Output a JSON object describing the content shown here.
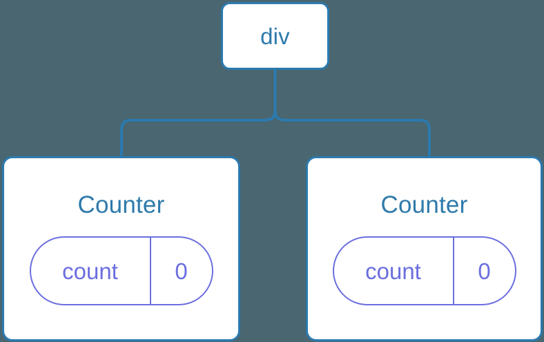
{
  "diagram": {
    "background_color": "#4a6670",
    "node_border_color": "#2b7ab0",
    "node_fill_color": "#ffffff",
    "label_color": "#2e7aab",
    "state_color": "#6b6ede",
    "connector_color": "#2b7ab0",
    "root": {
      "label": "div"
    },
    "children": [
      {
        "title": "Counter",
        "state": {
          "key": "count",
          "value": "0"
        }
      },
      {
        "title": "Counter",
        "state": {
          "key": "count",
          "value": "0"
        }
      }
    ]
  }
}
